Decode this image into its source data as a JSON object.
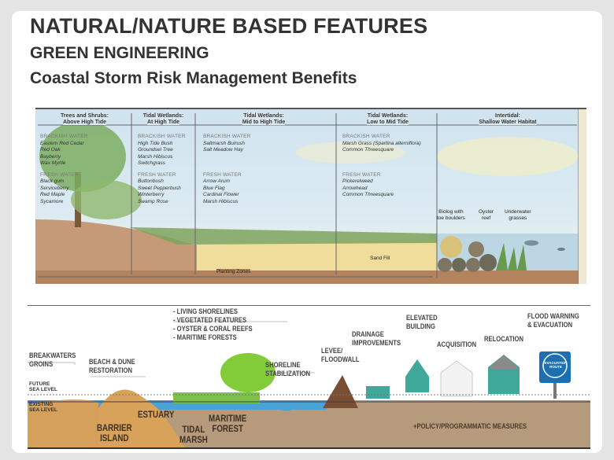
{
  "title": {
    "line1": "NATURAL/NATURE BASED FEATURES",
    "line2": "GREEN ENGINEERING",
    "line3": "Coastal Storm Risk Management Benefits"
  },
  "planting_diagram": {
    "zones": [
      {
        "heading": "Trees and Shrubs:\nAbove High Tide",
        "brackish_label": "BRACKISH WATER",
        "brackish": [
          "Eastern Red Cedar",
          "Red Oak",
          "Bayberry",
          "Wax Myrtle"
        ],
        "fresh_label": "FRESH WATER",
        "fresh": [
          "Black gum",
          "Serviceberry",
          "Red Maple",
          "Sycamore"
        ]
      },
      {
        "heading": "Tidal Wetlands:\nAt High Tide",
        "brackish_label": "BRACKISH WATER",
        "brackish": [
          "High Tide Bush",
          "Groundsel Tree",
          "Marsh Hibiscus",
          "Switchgrass"
        ],
        "fresh_label": "FRESH WATER",
        "fresh": [
          "Buttonbush",
          "Sweet Pepperbush",
          "Winterberry",
          "Swamp Rose"
        ]
      },
      {
        "heading": "Tidal Wetlands:\nMid to High Tide",
        "brackish_label": "BRACKISH WATER",
        "brackish": [
          "Saltmarsh Bulrush",
          "Salt Meadow Hay"
        ],
        "fresh_label": "FRESH WATER",
        "fresh": [
          "Arrow Arum",
          "Blue Flag",
          "Cardinal Flower",
          "Marsh Hibiscus"
        ]
      },
      {
        "heading": "Tidal Wetlands:\nLow to Mid Tide",
        "brackish_label": "BRACKISH WATER",
        "brackish": [
          "Marsh Grass (Spartina alterniflora)",
          "Common Threesquare"
        ],
        "fresh_label": "FRESH WATER",
        "fresh": [
          "Pickerelweed",
          "Arrowhead",
          "Common Threesquare"
        ]
      },
      {
        "heading": "Intertidal:\nShallow Water Habitat"
      }
    ],
    "callouts": {
      "biolog": "Biolog with\ntoe boulders",
      "oyster": "Oyster\nreef",
      "grasses": "Underwater\ngrasses"
    },
    "sand_fill": "Sand Fill",
    "planting_zones": "Planting Zones"
  },
  "coastal_diagram": {
    "natural_list": [
      "- LIVING SHORELINES",
      "- VEGETATED FEATURES",
      "- OYSTER & CORAL REEFS",
      "- MARITIME FORESTS"
    ],
    "labels": {
      "breakwaters": "BREAKWATERS\nGROINS",
      "beach": "BEACH & DUNE\nRESTORATION",
      "shoreline": "SHORELINE\nSTABILIZATION",
      "levee": "LEVEE/\nFLOODWALL",
      "drainage": "DRAINAGE\nIMPROVEMENTS",
      "elevated": "ELEVATED\nBUILDING",
      "acquisition": "ACQUISITION",
      "relocation": "RELOCATION",
      "flood_warning": "FLOOD WARNING\n& EVACUATION",
      "future_sea": "FUTURE\nSEA LEVEL",
      "existing_sea": "EXISTING\nSEA LEVEL",
      "estuary": "ESTUARY",
      "barrier": "BARRIER\nISLAND",
      "tidal_marsh": "TIDAL\nMARSH",
      "maritime_forest": "MARITIME\nFOREST",
      "policy": "+POLICY/PROGRAMMATIC MEASURES",
      "evac_sign": "EVACUATION\nROUTE"
    }
  }
}
